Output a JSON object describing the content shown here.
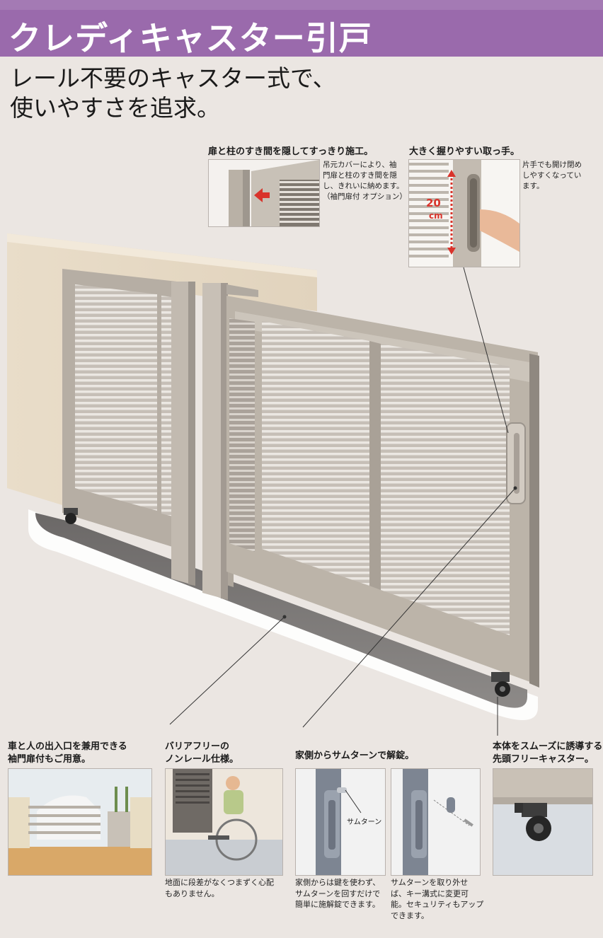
{
  "header": {
    "title": "クレディキャスター引戸"
  },
  "subtitle": "レール不要のキャスター式で、\n使いやすさを追求。",
  "callouts": {
    "gap_cover": {
      "caption": "扉と柱のすき間を隠してすっきり施工。",
      "note": "吊元カバーにより、袖\n門扉と柱のすき間を隠\nし、きれいに納めます。\n（袖門扉付 オプション）"
    },
    "handle": {
      "caption": "大きく握りやすい取っ手。",
      "note": "片手でも開け閉め\nしやすくなってい\nます。",
      "measure": "20",
      "measure_unit": "cm"
    }
  },
  "features": [
    {
      "caption": "車と人の出入口を兼用できる\n袖門扉付もご用意。",
      "desc": ""
    },
    {
      "caption": "バリアフリーの\nノンレール仕様。",
      "desc": "地面に段差がなくつまずく心配\nもありません。"
    },
    {
      "caption": "家側からサムターンで解錠。",
      "desc": "家側からは鍵を使わず、\nサムターンを回すだけで\n簡単に施解錠できます。",
      "label": "サムターン"
    },
    {
      "caption": "",
      "desc": "サムターンを取り外せ\nば、キー溝式に変更可\n能。セキュリティもアップ\nできます。"
    },
    {
      "caption": "本体をスムーズに誘導する\n先頭フリーキャスター。",
      "desc": ""
    }
  ],
  "colors": {
    "header": "#9a6aac",
    "frame": "#b4aca2",
    "arrow": "#d9332b"
  }
}
